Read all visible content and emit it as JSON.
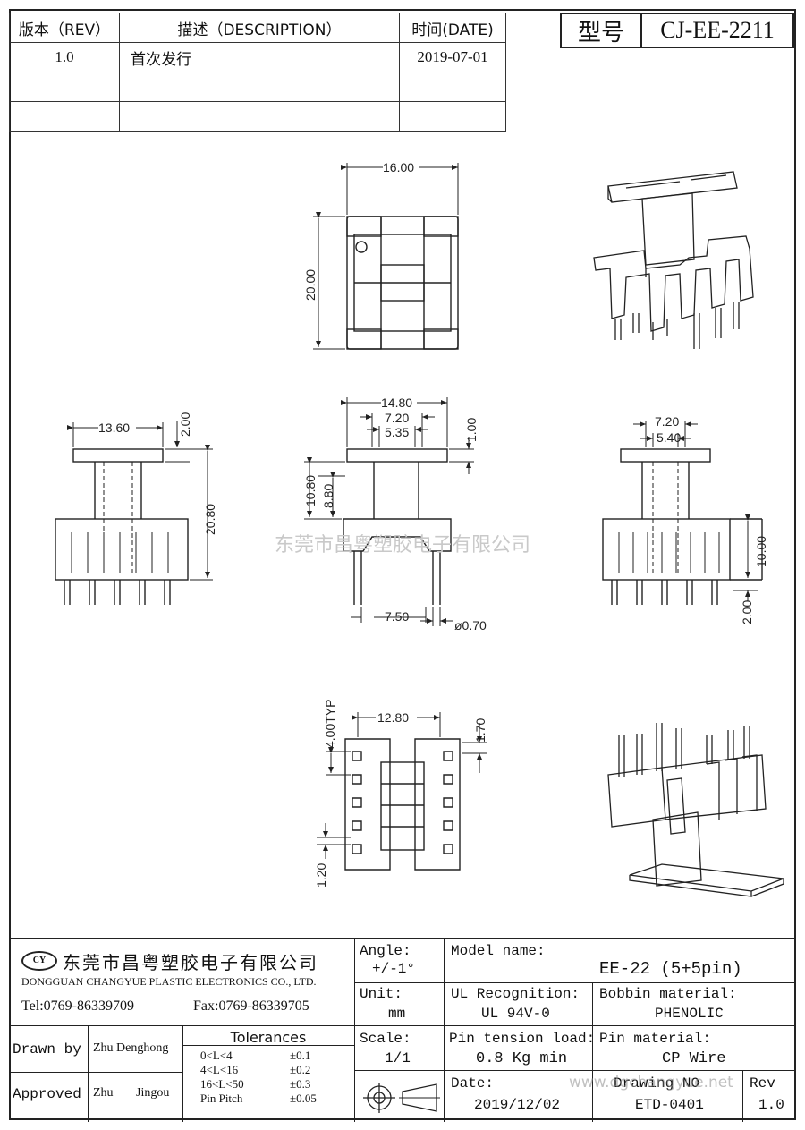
{
  "revision_table": {
    "headers": {
      "rev": "版本（REV）",
      "desc": "描述（DESCRIPTION）",
      "date": "时间(DATE)"
    },
    "rows": [
      {
        "rev": "1.0",
        "desc": "首次发行",
        "date": "2019-07-01"
      },
      {
        "rev": "",
        "desc": "",
        "date": ""
      },
      {
        "rev": "",
        "desc": "",
        "date": ""
      }
    ]
  },
  "model_box": {
    "label": "型号",
    "value": "CJ-EE-2211"
  },
  "dimensions": {
    "top_w": "16.00",
    "top_h": "20.00",
    "left_w": "13.60",
    "left_t": "2.00",
    "left_h": "20.80",
    "front_w": "14.80",
    "front_a": "7.20",
    "front_b": "5.35",
    "front_c": "1.00",
    "front_h1": "10.80",
    "front_h2": "8.80",
    "front_pin": "7.50",
    "front_dia": "ø0.70",
    "right_a": "7.20",
    "right_b": "5.40",
    "right_h": "10.00",
    "right_p": "2.00",
    "bottom_w": "12.80",
    "bottom_typ": "4.00TYP",
    "bottom_c": "1.70",
    "bottom_d": "1.20"
  },
  "watermark": "东莞市昌粤塑胶电子有限公司",
  "title_block": {
    "logo": "CY",
    "company_cn": "东莞市昌粤塑胶电子有限公司",
    "company_en": "DONGGUAN CHANGYUE PLASTIC ELECTRONICS CO., LTD.",
    "tel": "Tel:0769-86339709",
    "fax": "Fax:0769-86339705",
    "drawn_by_label": "Drawn by",
    "drawn_by": "Zhu Denghong",
    "approved_label": "Approved",
    "approved_1": "Zhu",
    "approved_2": "Jingou",
    "tolerances_label": "Tolerances",
    "tolerances": [
      {
        "range": "0<L<4",
        "tol": "±0.1"
      },
      {
        "range": "4<L<16",
        "tol": "±0.2"
      },
      {
        "range": "16<L<50",
        "tol": "±0.3"
      },
      {
        "range": "Pin Pitch",
        "tol": "±0.05"
      }
    ],
    "angle_label": "Angle:",
    "angle": "+/-1°",
    "unit_label": "Unit:",
    "unit": "mm",
    "scale_label": "Scale:",
    "scale": "1/1",
    "model_name_label": "Model name:",
    "model_name": "EE-22 (5+5pin)",
    "ul_label": "UL Recognition:",
    "ul": "UL 94V-0",
    "bobbin_label": "Bobbin material:",
    "bobbin": "PHENOLIC",
    "pin_tension_label": "Pin tension load:",
    "pin_tension": "0.8 Kg min",
    "pin_material_label": "Pin material:",
    "pin_material": "CP Wire",
    "date_label": "Date:",
    "date": "2019/12/02",
    "drawing_no_label": "Drawing NO",
    "drawing_no": "ETD-0401",
    "rev_label": "Rev",
    "rev": "1.0",
    "url_watermark": "www.dgchangyue.net"
  }
}
